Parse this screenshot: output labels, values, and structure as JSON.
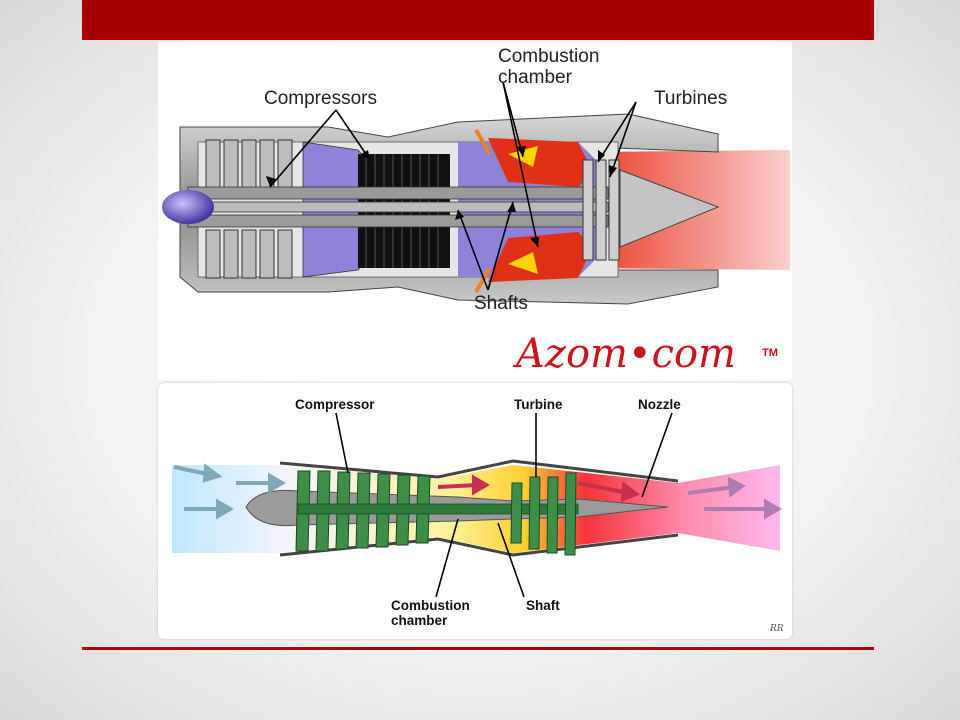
{
  "slide": {
    "accent_color": "#a80000",
    "background": "#f3f3f3"
  },
  "top_diagram": {
    "labels": {
      "compressors": "Compressors",
      "combustion_line1": "Combustion",
      "combustion_line2": "chamber",
      "turbines": "Turbines",
      "shafts": "Shafts"
    },
    "logo": "Azom•com",
    "logo_tm": "TM",
    "colors": {
      "casing": "#a8a8a8",
      "compressor_blades": "#1a1a1a",
      "combustion": "#e03018",
      "exhaust": "#f08a80",
      "intake": "#8c84d8"
    }
  },
  "bottom_diagram": {
    "labels": {
      "compressor": "Compressor",
      "turbine": "Turbine",
      "nozzle": "Nozzle",
      "combustion_line1": "Combustion",
      "combustion_line2": "chamber",
      "shaft": "Shaft"
    },
    "signature": "RR",
    "colors": {
      "intake_air": "#b8e6ff",
      "compressor": "#2d7a3a",
      "combustion": "#ffd23a",
      "turbine_gas": "#f03c40",
      "exhaust": "#ff9ad8"
    }
  }
}
